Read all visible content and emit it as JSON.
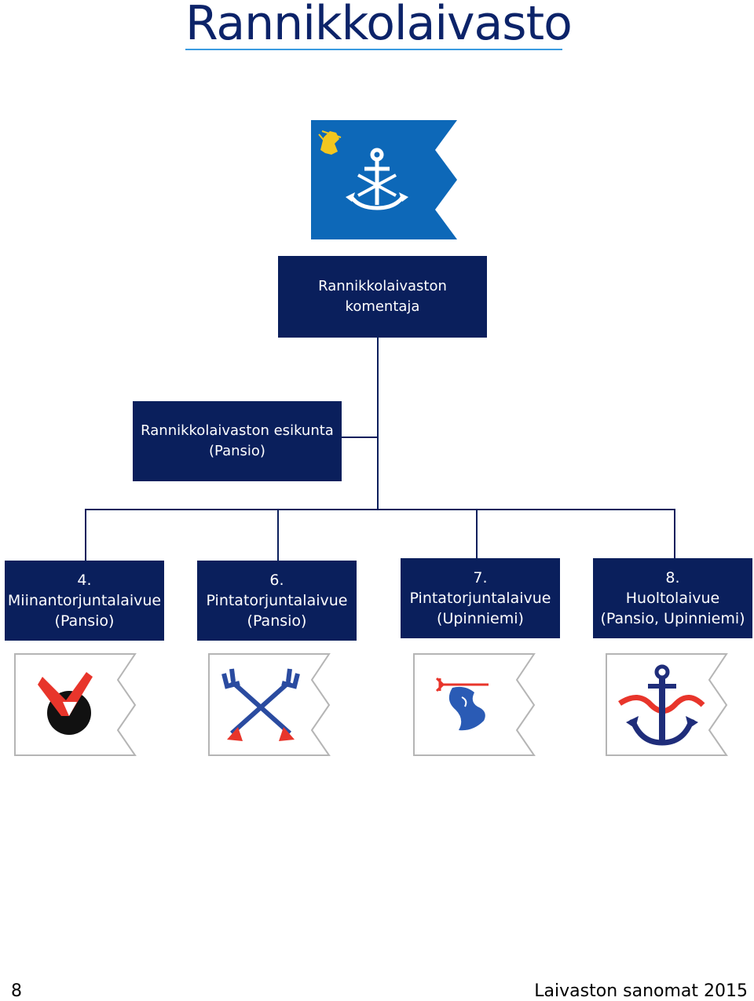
{
  "title": "Rannikkolaivasto",
  "commander": {
    "line1": "Rannikkolaivaston",
    "line2": "komentaja"
  },
  "staff": {
    "line1": "Rannikkolaivaston esikunta",
    "line2": "(Pansio)"
  },
  "units": [
    {
      "number": "4.",
      "name": "Miinantorjuntalaivue",
      "location": "(Pansio)"
    },
    {
      "number": "6.",
      "name": "Pintatorjuntalaivue",
      "location": "(Pansio)"
    },
    {
      "number": "7.",
      "name": "Pintatorjuntalaivue",
      "location": "(Upinniemi)"
    },
    {
      "number": "8.",
      "name": "Huoltolaivue",
      "location": "(Pansio, Upinniemi)"
    }
  ],
  "footer": {
    "page_number": "8",
    "publication": "Laivaston sanomat 2015"
  },
  "colors": {
    "navy": "#0a1f5c",
    "flag_blue": "#0d68b8",
    "red": "#e8352b",
    "title_rule": "#3a9be0"
  }
}
